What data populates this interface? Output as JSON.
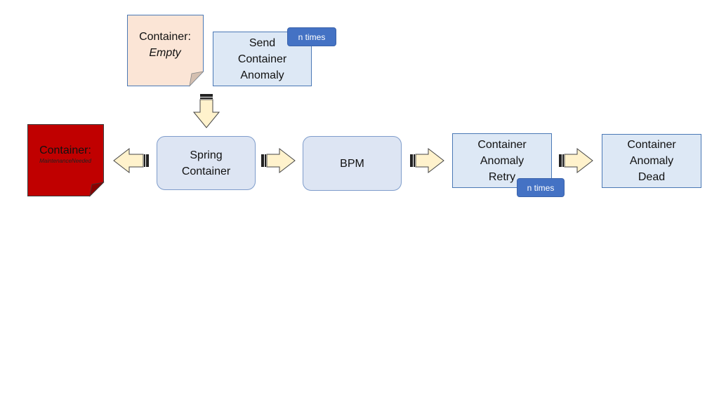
{
  "nodes": {
    "container_empty": {
      "label": "Container:",
      "state": "Empty"
    },
    "send_anomaly": {
      "line1": "Send",
      "line2": "Container",
      "line3": "Anomaly"
    },
    "spring_container": {
      "line1": "Spring",
      "line2": "Container"
    },
    "bpm": {
      "label": "BPM"
    },
    "anomaly_retry": {
      "line1": "Container",
      "line2": "Anomaly",
      "line3": "Retry"
    },
    "anomaly_dead": {
      "line1": "Container",
      "line2": "Anomaly",
      "line3": "Dead"
    },
    "container_maintenance": {
      "label": "Container:",
      "state": "MaintenanceNeeded"
    }
  },
  "badges": {
    "send_n_times": "n times",
    "retry_n_times": "n times"
  },
  "colors": {
    "empty_note": "#fbe5d6",
    "maintenance_note": "#c00000",
    "process_box": "#dde8f5",
    "badge": "#4472c4",
    "arrow_fill": "#fff2cc"
  }
}
